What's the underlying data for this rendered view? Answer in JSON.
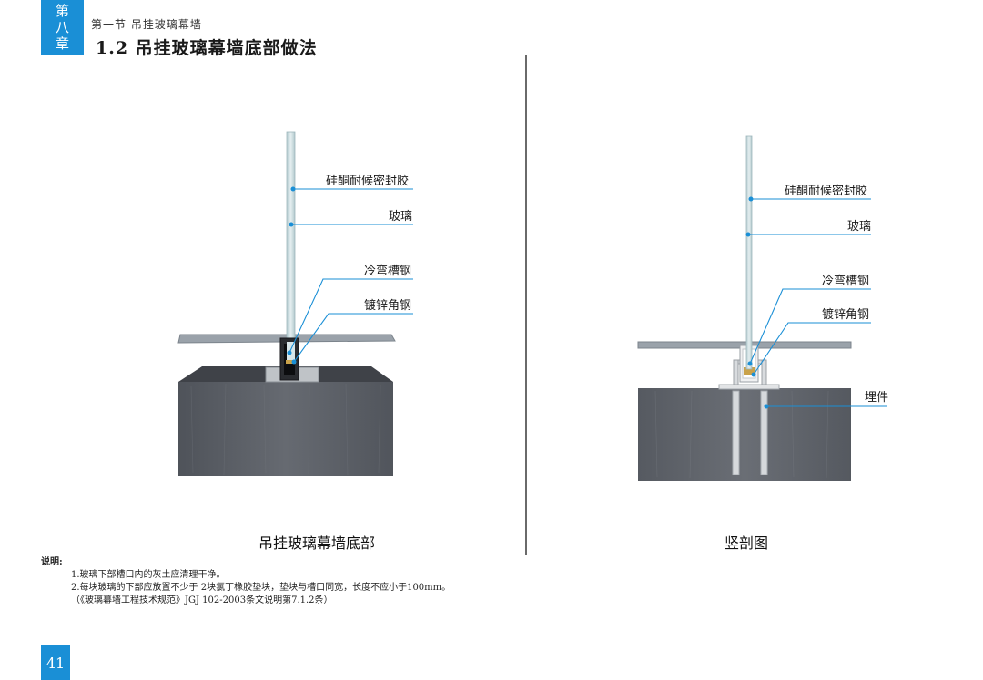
{
  "header": {
    "chapter_chars": [
      "第",
      "八",
      "章"
    ],
    "section_subtitle": "第一节  吊挂玻璃幕墙",
    "section_title": "1.2  吊挂玻璃幕墙底部做法"
  },
  "left_figure": {
    "labels": {
      "sealant": "硅酮耐候密封胶",
      "glass": "玻璃",
      "channel_steel": "冷弯槽钢",
      "angle_steel": "镀锌角钢"
    },
    "caption": "吊挂玻璃幕墙底部"
  },
  "right_figure": {
    "labels": {
      "sealant": "硅酮耐候密封胶",
      "glass": "玻璃",
      "channel_steel": "冷弯槽钢",
      "angle_steel": "镀锌角钢",
      "embedded_part": "埋件"
    },
    "caption": "竖剖图"
  },
  "notes": {
    "title": "说明:",
    "lines": [
      "1.玻璃下部槽口内的灰土应清理干净。",
      "2.每块玻璃的下部应放置不少于 2块氯丁橡胶垫块，垫块与槽口同宽，长度不应小于100mm。",
      "（《玻璃幕墙工程技术规范》JGJ 102-2003条文说明第7.1.2条）"
    ]
  },
  "page_number": "41",
  "colors": {
    "accent_blue": "#1a8fd6",
    "leader_blue": "#1a8fd6",
    "concrete": "#5b5f66",
    "glass": "#d3e3e6"
  }
}
